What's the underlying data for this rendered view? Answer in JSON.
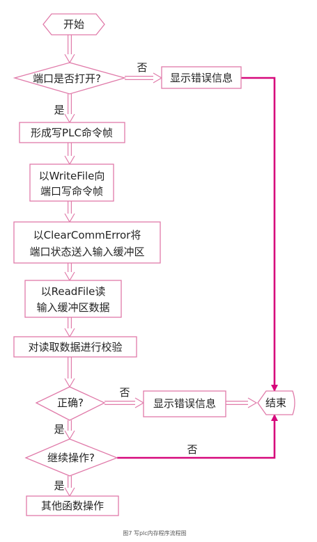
{
  "colors": {
    "stroke": "#e07aa9",
    "fill": "#ffffff",
    "accent": "#d6087b",
    "text": "#222222"
  },
  "nodes": {
    "start": "开始",
    "port_open": "端口是否打开?",
    "show_error_1": "显示错误信息",
    "form_frame": "形成写PLC命令帧",
    "writefile_1": "以WriteFile向",
    "writefile_2": "端口写命令帧",
    "clear_1": "以ClearCommError将",
    "clear_2": "端口状态送入输入缓冲区",
    "readfile_1": "以ReadFile读",
    "readfile_2": "输入缓冲区数据",
    "verify": "对读取数据进行校验",
    "correct": "正确?",
    "show_error_2": "显示错误信息",
    "end": "结束",
    "continue_op": "继续操作?",
    "other_ops": "其他函数操作"
  },
  "edge_labels": {
    "no_1": "否",
    "yes_1": "是",
    "no_2": "否",
    "yes_2": "是",
    "no_3": "否",
    "yes_3": "是"
  },
  "caption": "图7  写plc内存程序流程图"
}
